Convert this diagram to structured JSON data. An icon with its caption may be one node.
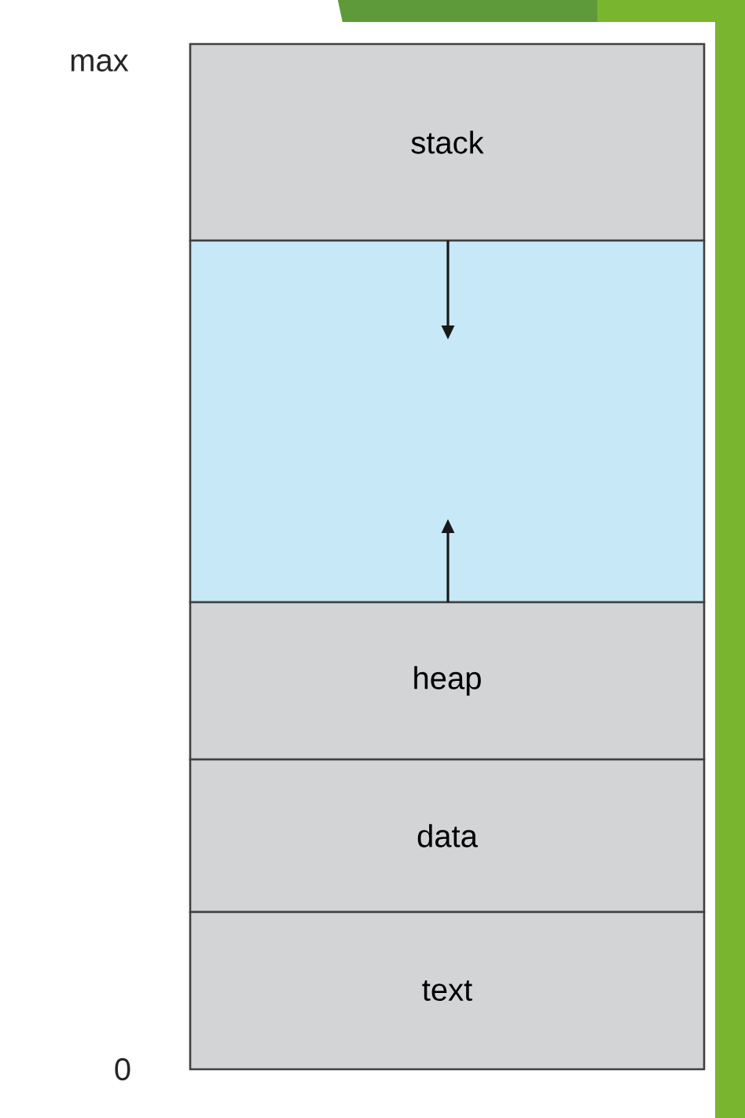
{
  "diagram": {
    "nodes": [
      {
        "text": [
          "stack"
        ]
      },
      {
        "text": [],
        "shape": "box"
      },
      {
        "text": [
          "heap"
        ]
      },
      {
        "text": [
          "data"
        ]
      },
      {
        "text": [
          "text"
        ]
      }
    ],
    "edges": [
      {
        "from": 0,
        "to": 1,
        "arrow": "to"
      },
      {
        "from": 2,
        "to": 1,
        "arrow": "to"
      }
    ],
    "labels": [
      "max",
      "0"
    ]
  }
}
